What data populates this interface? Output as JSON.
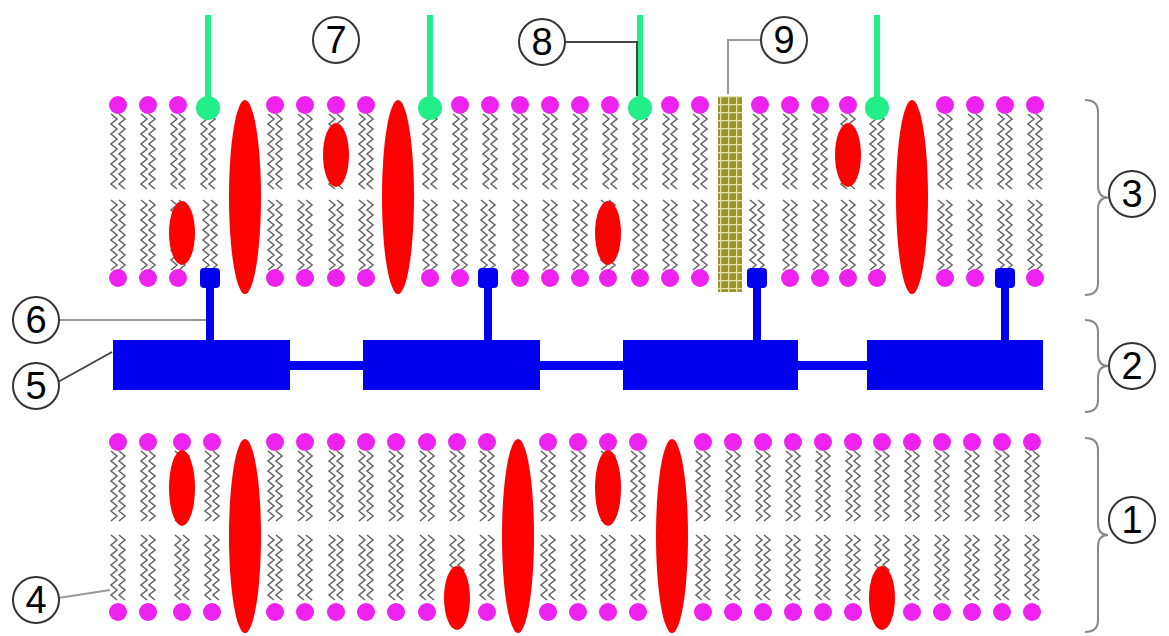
{
  "diagram": {
    "labels": [
      "7",
      "8",
      "9",
      "3",
      "6",
      "2",
      "5",
      "1",
      "4"
    ]
  }
}
